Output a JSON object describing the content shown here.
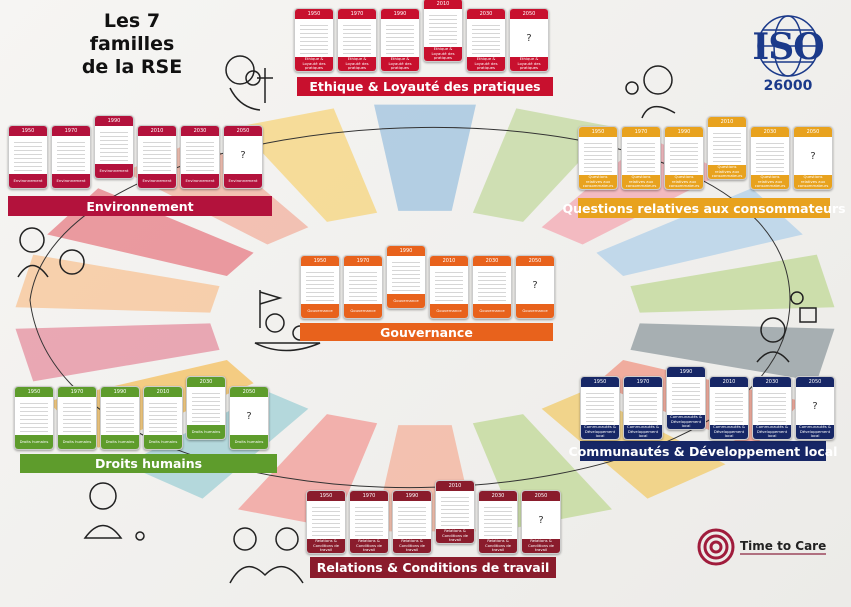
{
  "title_line1": "Les 7 familles",
  "title_line2": "de la RSE",
  "iso": {
    "text": "ISO",
    "number": "26000",
    "color": "#1b3a8a"
  },
  "brand": {
    "name": "Time to Care",
    "color": "#a01c3c"
  },
  "unknown_card": "?",
  "wedge_colors": [
    "#9aa3a8",
    "#f0a090",
    "#f1cf7a",
    "#c5dba0",
    "#f3b8a5",
    "#f2a4a0",
    "#a9d4d8",
    "#f4c56e",
    "#e69aa8",
    "#f7c9a0",
    "#e88a90",
    "#f2b8a8",
    "#f6d88a",
    "#a8c8e0",
    "#c9dca8",
    "#f3b0b8",
    "#b9d3ea",
    "#c5dba0"
  ],
  "families": [
    {
      "id": "ethique",
      "label": "Ethique & Loyauté des pratiques",
      "card_label": "Ethique & Loyauté des pratiques",
      "color": "#c8102e",
      "years": [
        "1950",
        "1970",
        "1990",
        "2010",
        "2030",
        "2050"
      ]
    },
    {
      "id": "environnement",
      "label": "Environnement",
      "card_label": "Environnement",
      "color": "#b3123c",
      "years": [
        "1950",
        "1970",
        "1990",
        "2010",
        "2030",
        "2050"
      ]
    },
    {
      "id": "consommateurs",
      "label": "Questions relatives aux consommateurs",
      "card_label": "Questions relatives aux consommateurs",
      "color": "#e8a21e",
      "years": [
        "1950",
        "1970",
        "1990",
        "2010",
        "2030",
        "2050"
      ]
    },
    {
      "id": "gouvernance",
      "label": "Gouvernance",
      "card_label": "Gouvernance",
      "color": "#e8621c",
      "years": [
        "1950",
        "1970",
        "1990",
        "2010",
        "2030",
        "2050"
      ]
    },
    {
      "id": "droits",
      "label": "Droits humains",
      "card_label": "Droits humains",
      "color": "#5e9c2c",
      "years": [
        "1950",
        "1970",
        "1990",
        "2010",
        "2030",
        "2050"
      ]
    },
    {
      "id": "communautes",
      "label": "Communautés & Développement local",
      "card_label": "Communautés & Développement local",
      "color": "#172766",
      "years": [
        "1950",
        "1970",
        "1990",
        "2010",
        "2030",
        "2050"
      ]
    },
    {
      "id": "relations",
      "label": "Relations & Conditions de travail",
      "card_label": "Relations & Conditions de travail",
      "color": "#8a1c2c",
      "years": [
        "1950",
        "1970",
        "1990",
        "2010",
        "2030",
        "2050"
      ]
    }
  ]
}
